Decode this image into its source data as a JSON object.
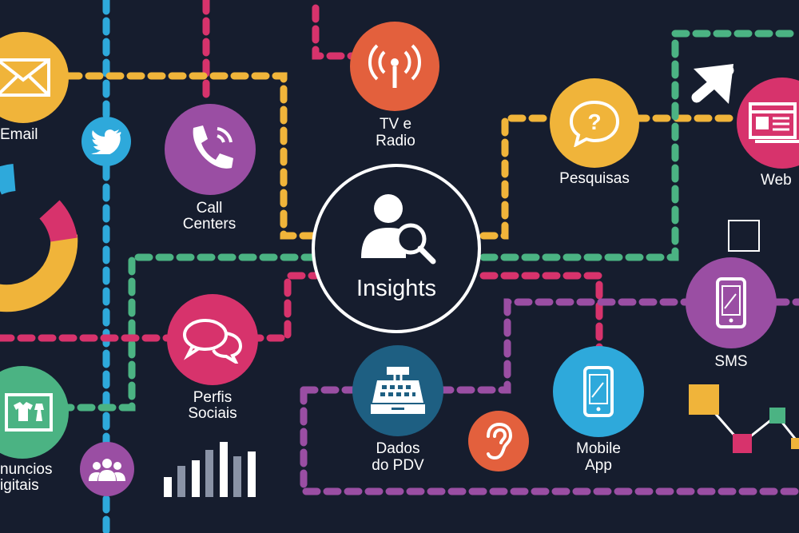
{
  "center": {
    "label": "Insights",
    "icon": "user-search-icon"
  },
  "nodes": {
    "email": {
      "label": "Email",
      "icon": "envelope-icon"
    },
    "tv": {
      "label_line1": "TV e",
      "label_line2": "Radio",
      "icon": "broadcast-tower-icon"
    },
    "callcenters": {
      "label_line1": "Call",
      "label_line2": "Centers",
      "icon": "phone-icon"
    },
    "pesquisas": {
      "label": "Pesquisas",
      "icon": "question-bubble-icon"
    },
    "web": {
      "label": "Web",
      "icon": "browser-window-icon"
    },
    "sms": {
      "label": "SMS",
      "icon": "phone-device-icon"
    },
    "perfis": {
      "label_line1": "Perfis",
      "label_line2": "Sociais",
      "icon": "chat-bubbles-icon"
    },
    "anuncios": {
      "label_line1": "nuncios",
      "label_line2": "igitais",
      "icon": "tshirt-sign-icon"
    },
    "pdv": {
      "label_line1": "Dados",
      "label_line2": "do PDV",
      "icon": "cash-register-icon"
    },
    "mobile": {
      "label_line1": "Mobile",
      "label_line2": "App",
      "icon": "smartphone-icon"
    }
  },
  "colors": {
    "background": "#161d2e",
    "yellow": "#f0b43a",
    "green": "#4bb383",
    "pink": "#d7336c",
    "purple": "#9a4ea3",
    "blue": "#2ea9db",
    "orange": "#e3603d",
    "teal": "#1e5f82",
    "white": "#ffffff"
  }
}
